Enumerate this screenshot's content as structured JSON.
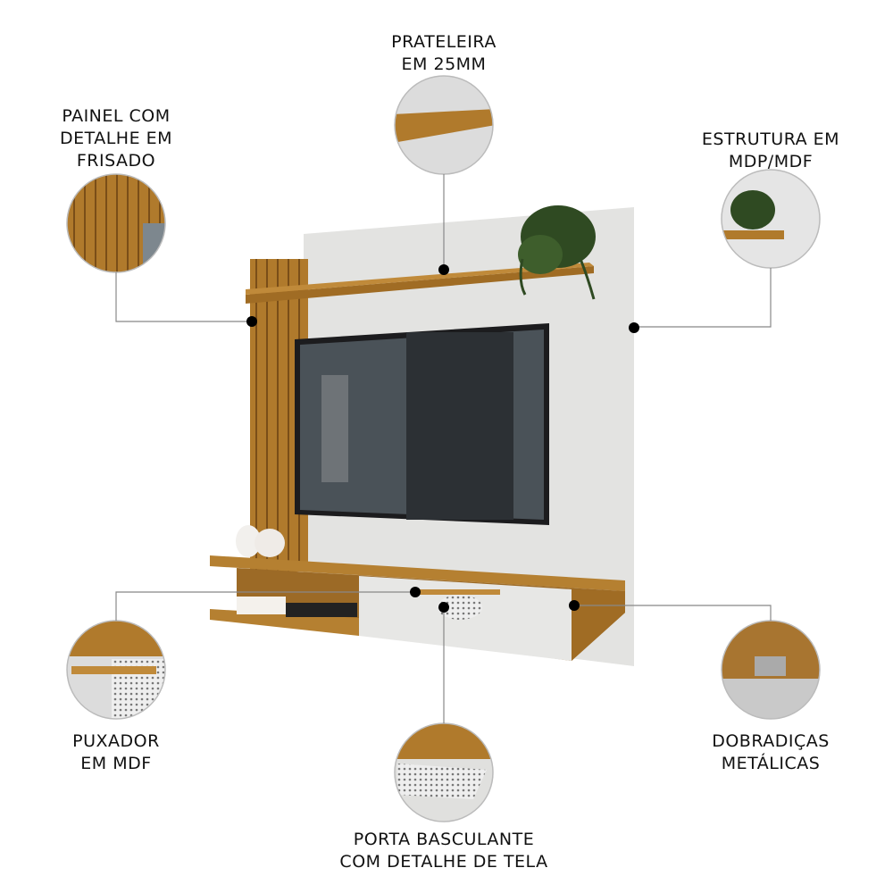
{
  "callouts": [
    {
      "id": "painel",
      "lines": [
        "PAINEL COM",
        "DETALHE EM",
        "FRISADO"
      ]
    },
    {
      "id": "prateleira",
      "lines": [
        "PRATELEIRA",
        "EM 25MM"
      ]
    },
    {
      "id": "estrutura",
      "lines": [
        "ESTRUTURA EM",
        "MDP/MDF"
      ]
    },
    {
      "id": "puxador",
      "lines": [
        "PUXADOR",
        "EM MDF"
      ]
    },
    {
      "id": "porta",
      "lines": [
        "PORTA BASCULANTE",
        "COM DETALHE DE TELA"
      ]
    },
    {
      "id": "dobradicas",
      "lines": [
        "DOBRADIÇAS",
        "METÁLICAS"
      ]
    }
  ],
  "colors": {
    "wood": "#b07a2c",
    "wood_dark": "#8a5a1c",
    "panel": "#e3e3e1",
    "tv": "#1c1c1e",
    "line": "#888888",
    "dot": "#000000"
  }
}
